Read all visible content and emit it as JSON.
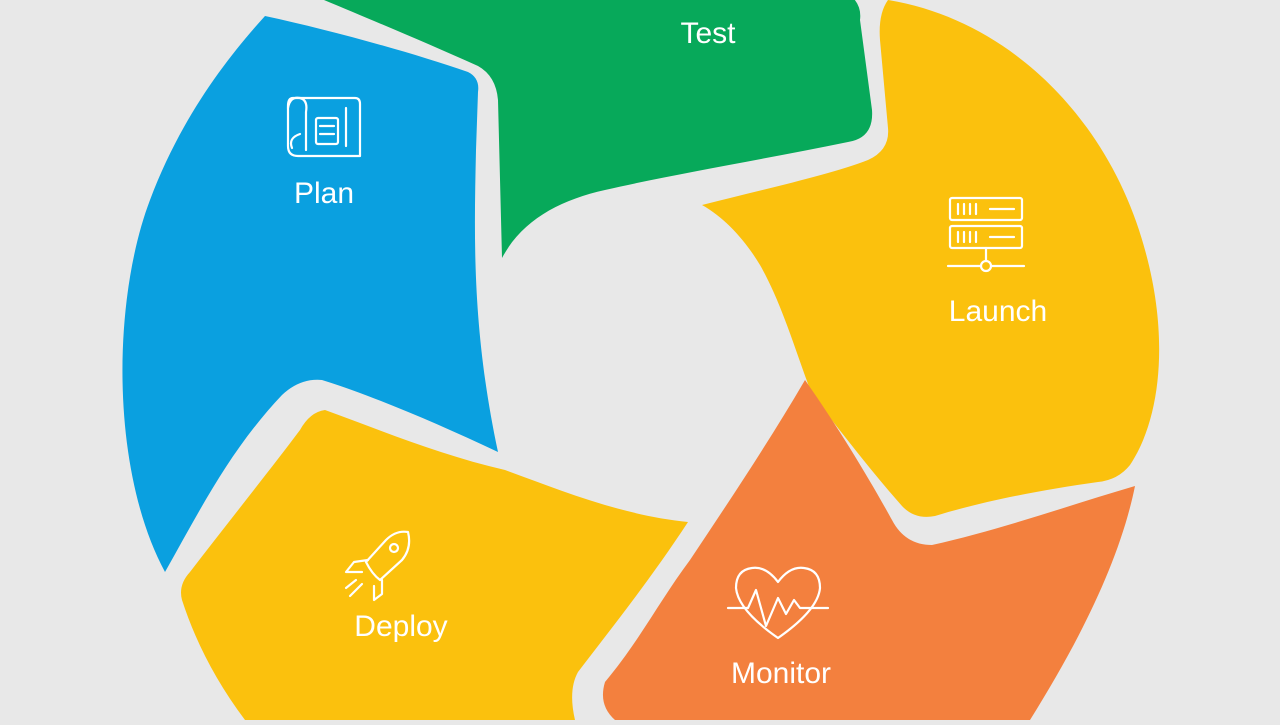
{
  "background": "#e8e8e8",
  "cycle": {
    "stages": [
      {
        "id": "plan",
        "label": "Plan",
        "color": "#0aa0e0",
        "icon": "blueprint-icon"
      },
      {
        "id": "test",
        "label": "Test",
        "color": "#07a95a",
        "icon": ""
      },
      {
        "id": "launch",
        "label": "Launch",
        "color": "#fbc10d",
        "icon": "server-rack-icon"
      },
      {
        "id": "monitor",
        "label": "Monitor",
        "color": "#f3803e",
        "icon": "heartbeat-icon"
      },
      {
        "id": "deploy",
        "label": "Deploy",
        "color": "#fbc10d",
        "icon": "rocket-icon"
      }
    ]
  }
}
